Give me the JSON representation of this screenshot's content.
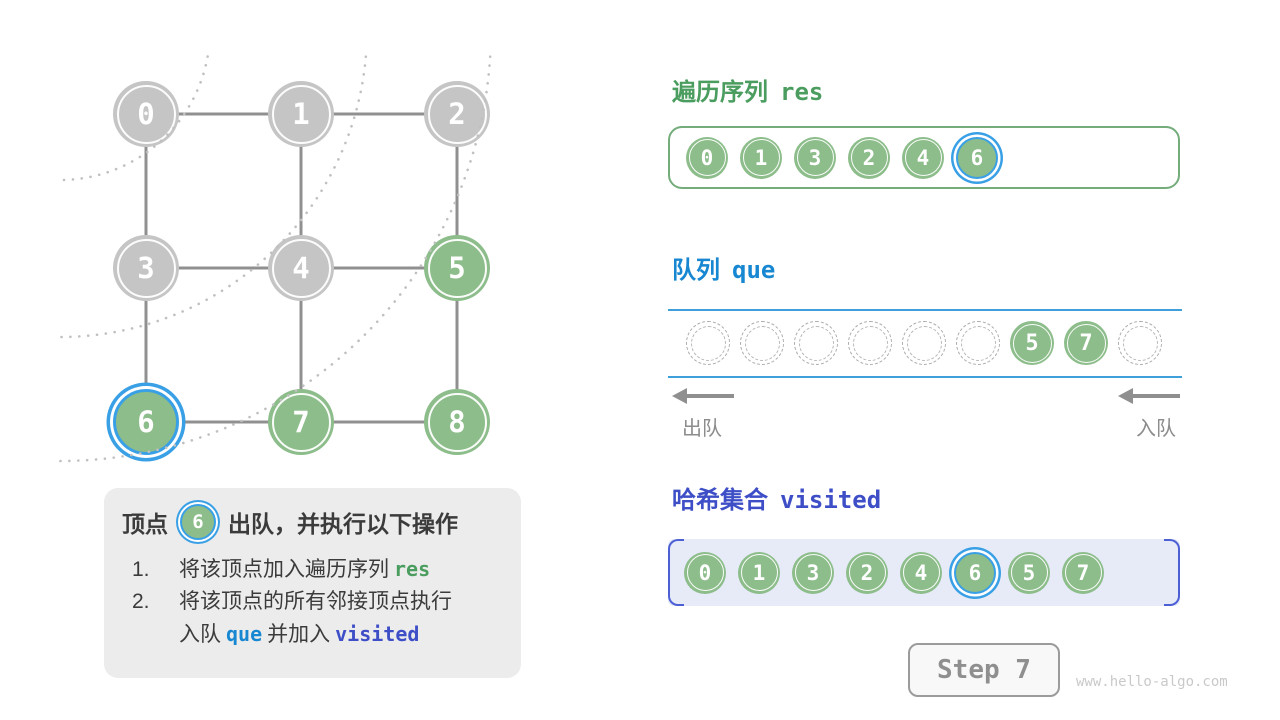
{
  "colors": {
    "node_green": "#8cbd8a",
    "node_gray": "#c5c5c5",
    "highlight_blue": "#3aa0e6",
    "header_green": "#4a9d5f",
    "header_blue": "#1787d2",
    "header_indigo": "#3d4ec7",
    "edge_gray": "#909090",
    "info_box_bg": "#ececec"
  },
  "graph": {
    "nodes": [
      {
        "label": "0",
        "state": "gray"
      },
      {
        "label": "1",
        "state": "gray"
      },
      {
        "label": "2",
        "state": "gray"
      },
      {
        "label": "3",
        "state": "gray"
      },
      {
        "label": "4",
        "state": "gray"
      },
      {
        "label": "5",
        "state": "green"
      },
      {
        "label": "6",
        "state": "green-highlighted"
      },
      {
        "label": "7",
        "state": "green"
      },
      {
        "label": "8",
        "state": "green"
      }
    ],
    "edges": [
      "0-1",
      "1-2",
      "0-3",
      "1-4",
      "2-5",
      "3-4",
      "4-5",
      "3-6",
      "4-7",
      "5-8",
      "6-7",
      "7-8"
    ]
  },
  "info_box": {
    "title_prefix": "顶点",
    "title_node": "6",
    "title_suffix": "出队，并执行以下操作",
    "line1_num": "1.",
    "line1_text": "将该顶点加入遍历序列",
    "line1_code": "res",
    "line2_num": "2.",
    "line2_text": "将该顶点的所有邻接顶点执行",
    "line3_text1": "入队",
    "line3_code1": "que",
    "line3_text2": "并加入",
    "line3_code2": "visited"
  },
  "res_section": {
    "title_zh": "遍历序列",
    "title_code": "res",
    "values": [
      "0",
      "1",
      "3",
      "2",
      "4",
      "6"
    ],
    "highlight_value": "6"
  },
  "queue_section": {
    "title_zh": "队列",
    "title_code": "que",
    "slots": [
      "",
      "",
      "",
      "",
      "",
      "",
      "5",
      "7",
      ""
    ],
    "dequeue_label": "出队",
    "enqueue_label": "入队"
  },
  "visited_section": {
    "title_zh": "哈希集合",
    "title_code": "visited",
    "values": [
      "0",
      "1",
      "3",
      "2",
      "4",
      "6",
      "5",
      "7"
    ],
    "highlight_value": "6"
  },
  "step_label": "Step 7",
  "watermark": "www.hello-algo.com"
}
